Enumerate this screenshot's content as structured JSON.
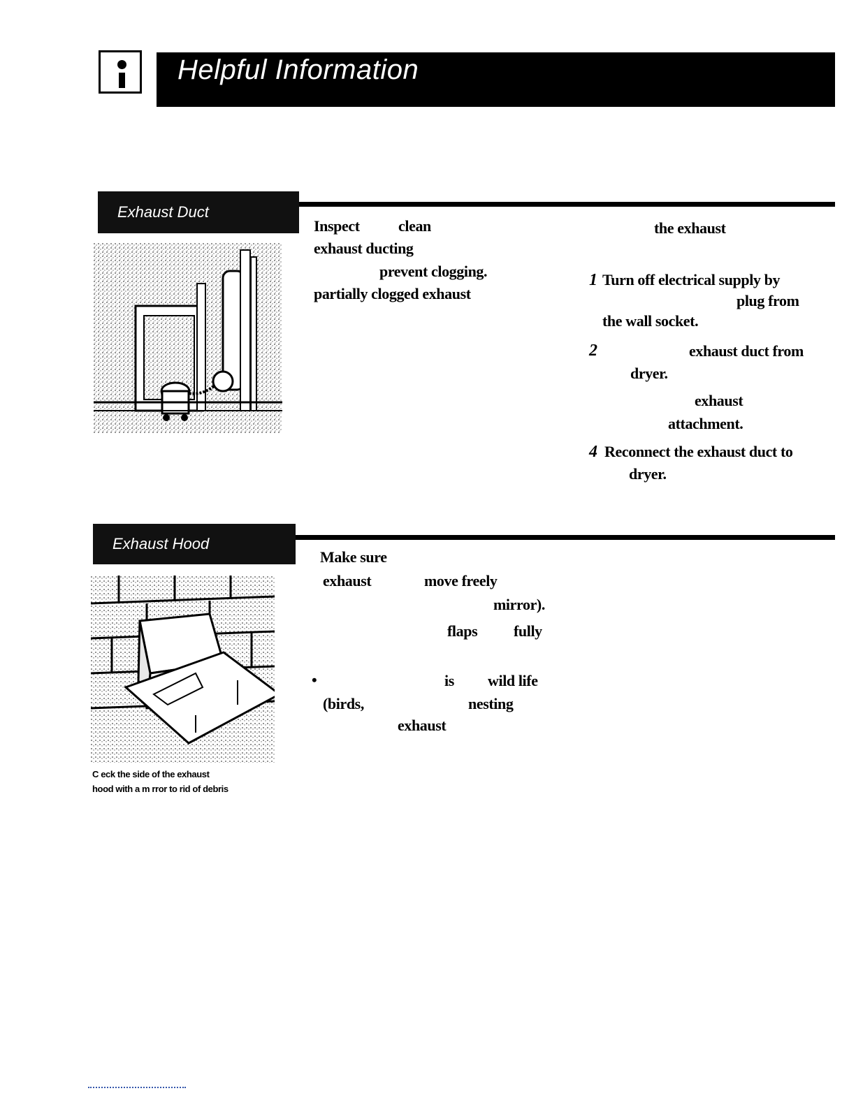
{
  "header": {
    "title": "Helpful Information"
  },
  "duct": {
    "label": "Exhaust Duct",
    "left_lines": [
      "Inspect",
      "clean",
      "exhaust ducting",
      "prevent clogging.",
      "partially clogged exhaust"
    ],
    "right_lines": {
      "intro": "the exhaust",
      "s1_num": "1",
      "s1_a": "Turn off electrical supply by",
      "s1_b": "plug from",
      "s1_c": "the wall socket.",
      "s2_num": "2",
      "s2_a": "exhaust duct from",
      "s2_b": "dryer.",
      "s3_a": "exhaust",
      "s3_b": "attachment.",
      "s4_num": "4",
      "s4_a": "Reconnect the exhaust duct to",
      "s4_b": "dryer."
    }
  },
  "hood": {
    "label": "Exhaust Hood",
    "lines": {
      "l1": "Make sure",
      "l2a": "exhaust",
      "l2b": "move freely",
      "l3": "mirror).",
      "l4a": "flaps",
      "l4b": "fully",
      "bullet": "•",
      "l5a": "is",
      "l5b": "wild life",
      "l6a": "(birds,",
      "l6b": "nesting",
      "l7": "exhaust"
    },
    "caption_1": "C eck the side of the exhaust",
    "caption_2": "hood with a m rror to rid of debris"
  }
}
